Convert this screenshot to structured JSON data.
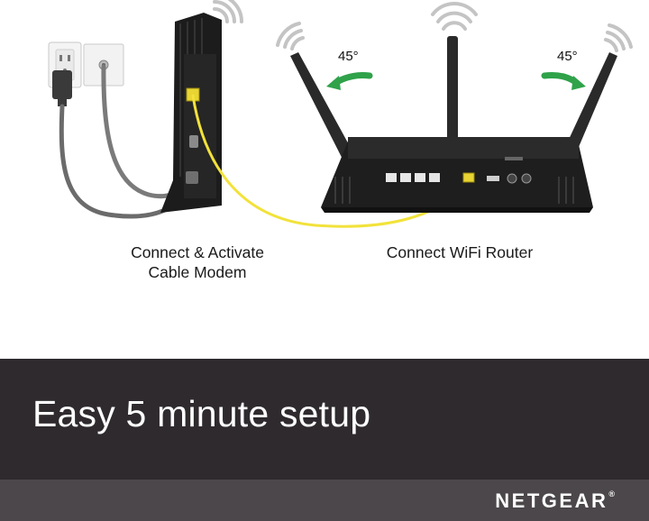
{
  "captions": {
    "modem_line1": "Connect & Activate",
    "modem_line2": "Cable Modem",
    "router": "Connect WiFi Router"
  },
  "angles": {
    "left": "45°",
    "right": "45°"
  },
  "banner": {
    "title": "Easy 5 minute setup"
  },
  "footer": {
    "brand": "NETGEAR",
    "brand_mark": "®"
  },
  "colors": {
    "banner": "#2e2a2e",
    "footer": "#4b474a",
    "ethernet_cable": "#f2e23a",
    "arrow": "#2fa24a"
  }
}
